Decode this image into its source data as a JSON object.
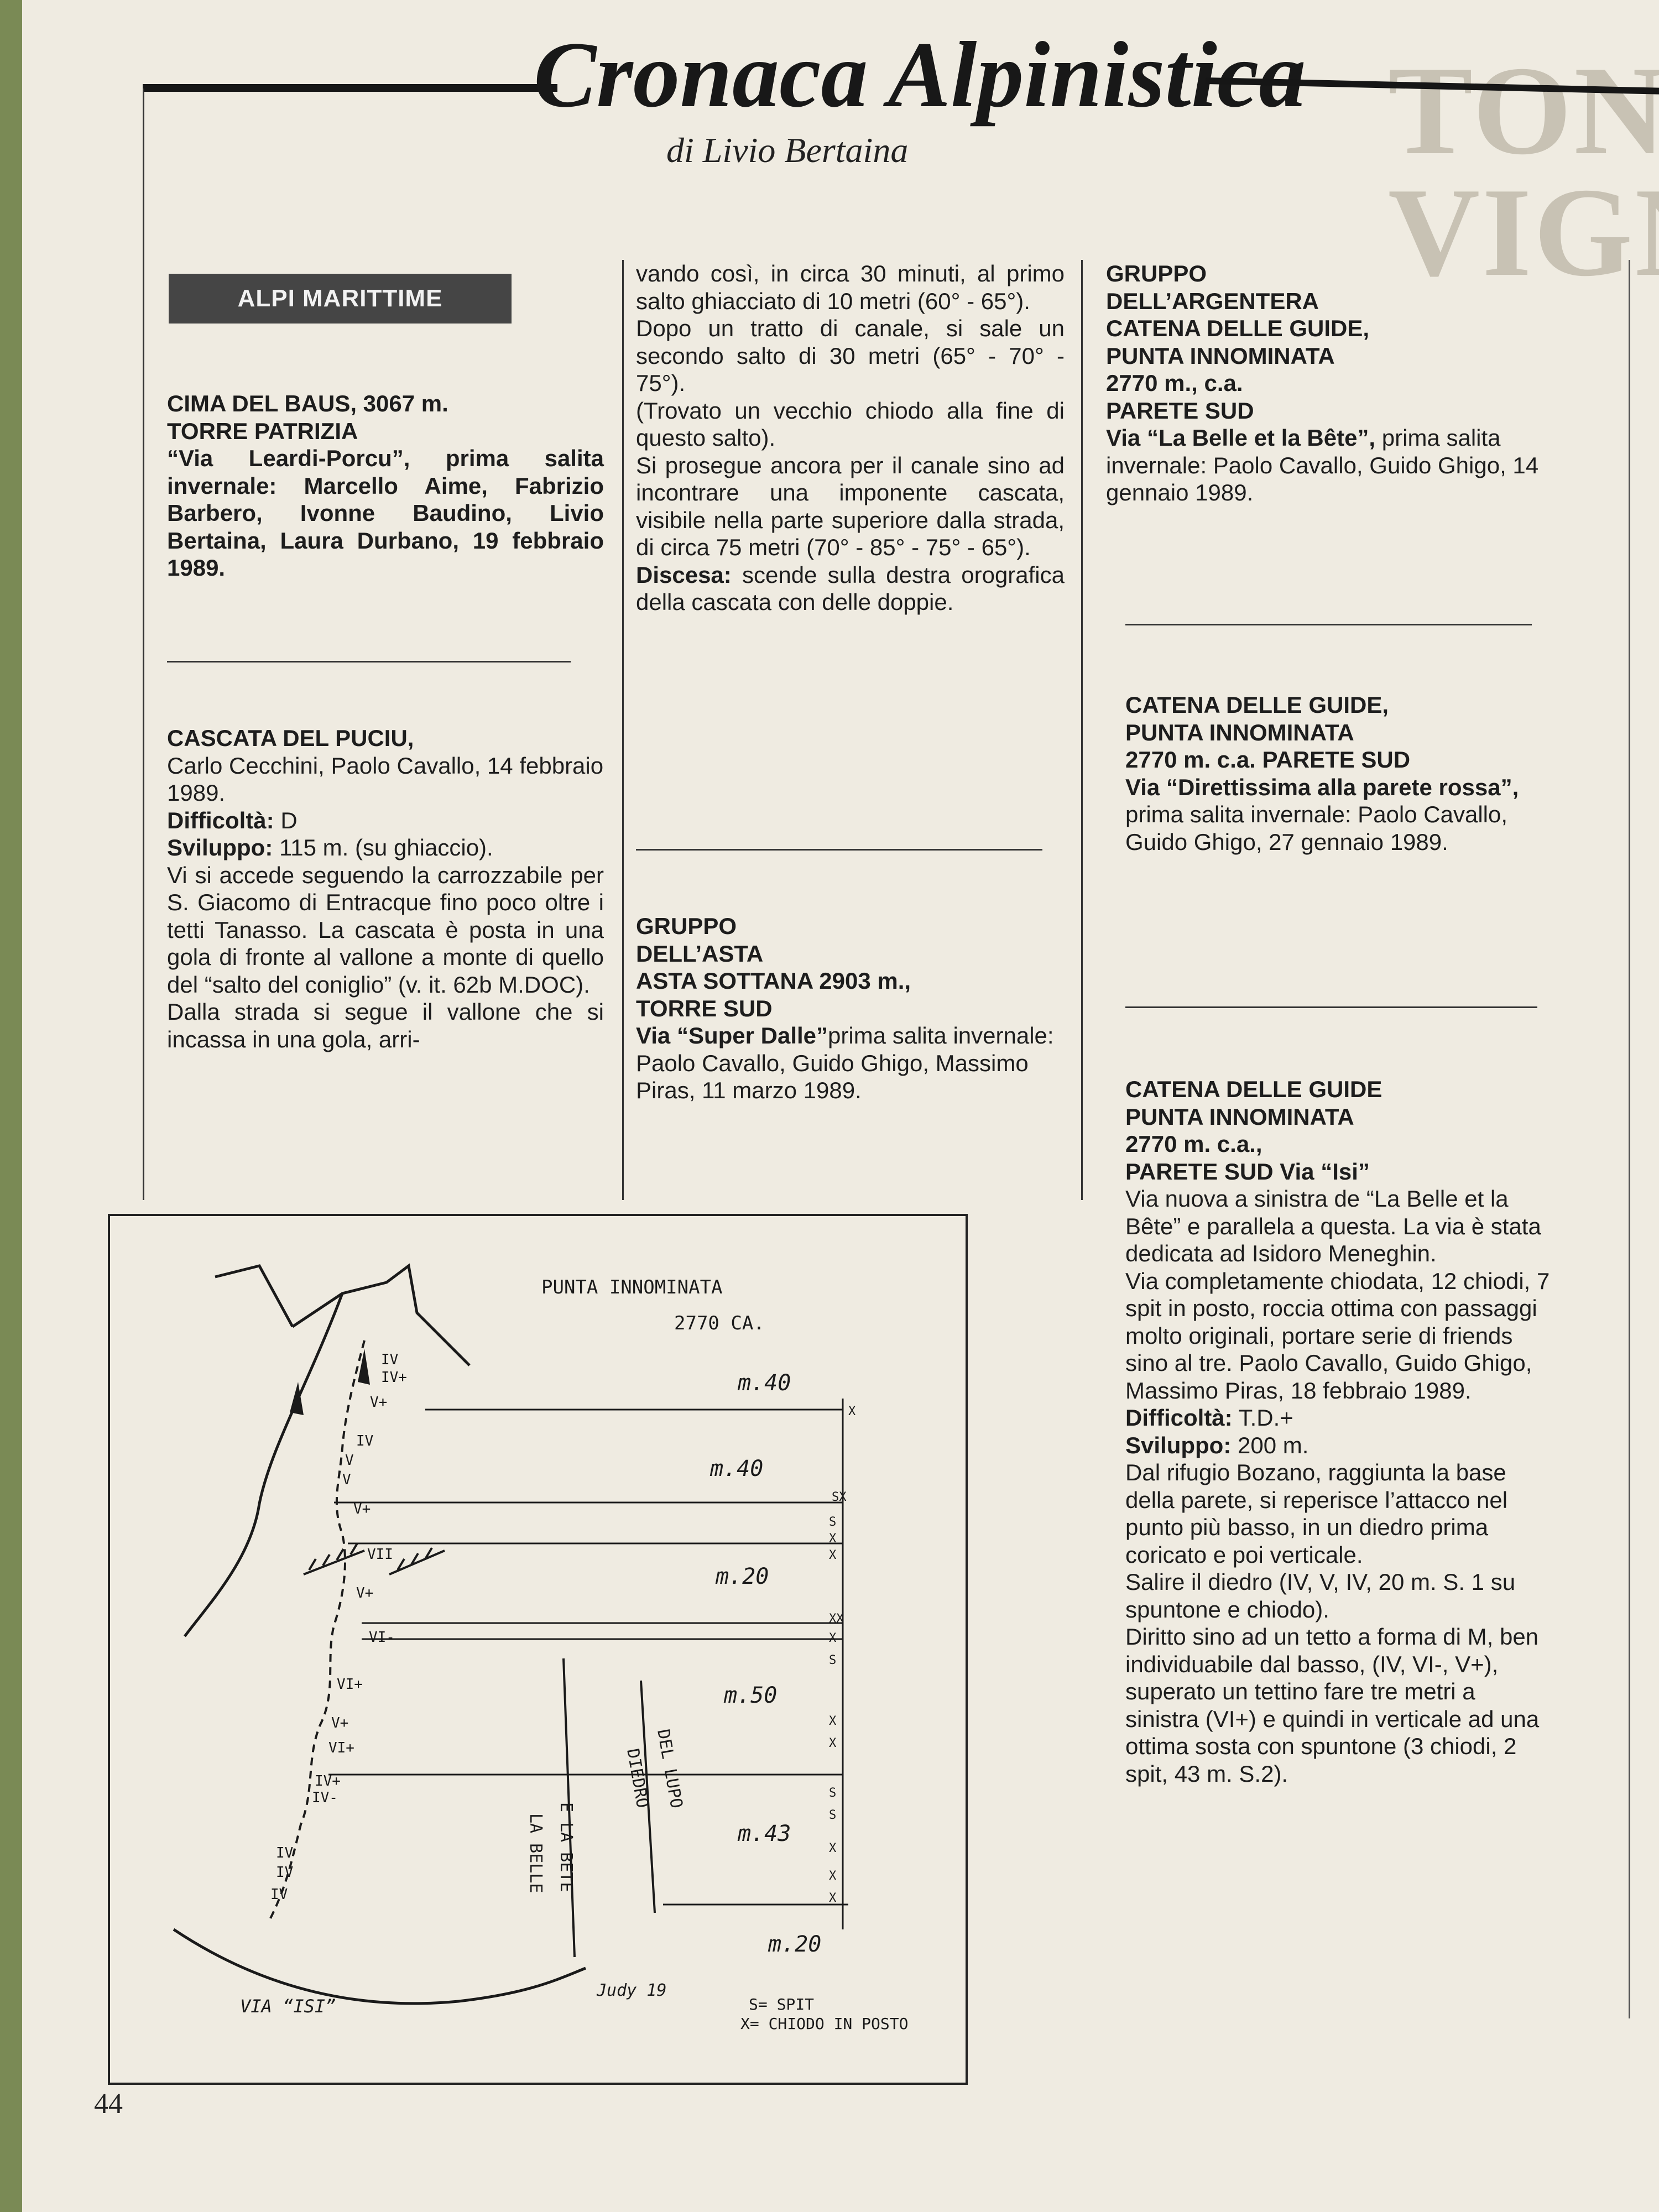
{
  "header": {
    "title": "Cronaca Alpinistica",
    "author": "di Livio Bertaina"
  },
  "badge": "ALPI MARITTIME",
  "col1": {
    "s1": {
      "h1": "CIMA DEL BAUS, 3067 m.",
      "h2": "TORRE PATRIZIA",
      "via": "“Via Leardi-Porcu”, prima salita invernale: Marcello Aime, Fabrizio Barbero, Ivonne Baudino, Livio Bertaina, Laura Durbano, 19 febbraio 1989."
    },
    "s2": {
      "h1": "CASCATA DEL PUCIU,",
      "team": "Carlo Cecchini, Paolo Cavallo, 14 febbraio 1989.",
      "diff_label": "Difficoltà:",
      "diff_value": " D",
      "svil_label": "Sviluppo:",
      "svil_value": " 115 m. (su ghiaccio).",
      "body1": "Vi si accede seguendo la carrozzabile per S. Giacomo di Entracque fino poco oltre i tetti Tanasso. La cascata è posta in una gola di fronte al vallone a monte di quello del “salto del coniglio” (v. it. 62b M.DOC).",
      "body2": "Dalla strada si segue il vallone che si incassa in una gola, arri-"
    }
  },
  "col2": {
    "p1": "vando così, in circa 30 minuti, al primo salto ghiacciato di 10 metri (60° - 65°).",
    "p2": "Dopo un tratto di canale, si sale un secondo salto di 30 metri (65° - 70° - 75°).",
    "p3": "(Trovato un vecchio chiodo alla fine di questo salto).",
    "p4": "Si prosegue ancora per il canale sino ad incontrare una imponente cascata, visibile nella parte superiore dalla strada, di circa 75 metri (70° - 85° - 75° - 65°).",
    "disc_label": "Discesa:",
    "disc_value": " scende sulla destra orografica della cascata con delle doppie.",
    "s3": {
      "h1": "GRUPPO",
      "h2": "DELL’ASTA",
      "h3": "ASTA SOTTANA 2903 m.,",
      "h4": "TORRE SUD",
      "via_name": "Via “Super Dalle”",
      "via_rest": "prima salita invernale: Paolo Cavallo, Guido Ghigo, Massimo Piras, 11 marzo 1989."
    }
  },
  "col3": {
    "s4": {
      "h1": "GRUPPO",
      "h2": "DELL’ARGENTERA",
      "h3": "CATENA DELLE GUIDE,",
      "h4": "PUNTA INNOMINATA",
      "h5": "2770 m., c.a.",
      "h6": "PARETE SUD",
      "via_name": "Via “La Belle et la Bête”,",
      "via_rest": " prima salita invernale: Paolo Cavallo, Guido Ghigo, 14 gennaio 1989."
    },
    "s5": {
      "h1": "CATENA DELLE GUIDE,",
      "h2": "PUNTA INNOMINATA",
      "h3": "2770 m. c.a. PARETE SUD",
      "via_name": "Via “Direttissima alla parete rossa”,",
      "via_rest": " prima salita invernale: Paolo Cavallo, Guido Ghigo, 27 gennaio 1989."
    },
    "s6": {
      "h1": "CATENA DELLE GUIDE",
      "h2": "PUNTA INNOMINATA",
      "h3": "2770 m. c.a.,",
      "h4": "PARETE SUD Via “Isi”",
      "p1": "Via nuova a sinistra de “La Belle et la Bête” e parallela a questa. La via è stata dedicata ad Isidoro Meneghin.",
      "p2": "Via completamente chiodata, 12 chiodi, 7 spit in posto, roccia ottima con passaggi molto originali, portare serie di friends sino al tre. Paolo Cavallo, Guido Ghigo, Massimo Piras, 18 febbraio 1989.",
      "diff_label": "Difficoltà:",
      "diff_value": " T.D.+",
      "svil_label": "Sviluppo:",
      "svil_value": " 200 m.",
      "p3": "Dal rifugio Bozano, raggiunta la base della parete, si reperisce l’attacco nel punto più basso, in un diedro prima coricato e poi verticale.",
      "p4": "Salire il diedro (IV, V, IV, 20 m. S. 1 su spuntone e chiodo).",
      "p5": "Diritto sino ad un tetto a forma di M, ben individuabile dal basso, (IV, VI-, V+), superato un tettino fare tre metri a sinistra (VI+) e quindi in verticale ad una ottima sosta con spuntone (3 chiodi, 2 spit, 43 m. S.2)."
    }
  },
  "topo": {
    "peak_name": "PUNTA INNOMINATA",
    "peak_alt": "2770 CA.",
    "pitches": [
      "m.40",
      "m.40",
      "m.20",
      "m.50",
      "m.43",
      "m.20"
    ],
    "grades": [
      "IV",
      "IV+",
      "V+",
      "IV",
      "V",
      "V",
      "V+",
      "VII",
      "V+",
      "VI-",
      "VI+",
      "V+",
      "VI+",
      "IV+",
      "IV-",
      "IV",
      "IV",
      "IV"
    ],
    "belay_marks": [
      "X",
      "SX",
      "S",
      "X",
      "X",
      "XX",
      "X",
      "S",
      "X",
      "X",
      "S",
      "S",
      "X",
      "X",
      "X"
    ],
    "label_labelle": "LA BELLE",
    "label_bete": "E LA BETE",
    "label_diedro": "DIEDRO",
    "label_del_lupo": "DEL LUPO",
    "via_isi": "VIA “ISI”",
    "signature": "Judy 19",
    "legend_s": "S= SPIT",
    "legend_x": "X= CHIODO IN POSTO"
  },
  "page_number": "44",
  "background": {
    "right_big_1": "TONINO",
    "right_big_2": "VIGNA"
  }
}
